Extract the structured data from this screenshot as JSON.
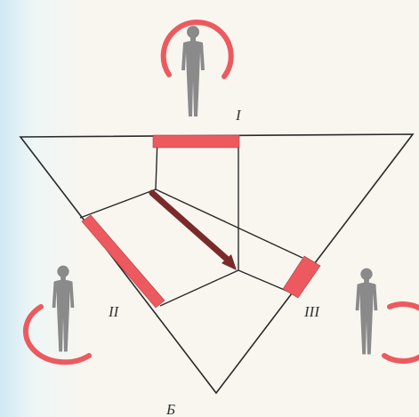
{
  "labels": {
    "vertex_top": "I",
    "vertex_left": "II",
    "vertex_right": "III",
    "vertex_bottom": "Б"
  },
  "colors": {
    "background_left_tint": "#dff0f7",
    "background": "#f7f5ee",
    "line": "#2a2a2a",
    "highlight": "#ec5a5f",
    "arrow": "#7b2a2a",
    "figure": "#8a8a8a"
  },
  "figures": [
    {
      "position": "top",
      "icon": "human-figure-icon",
      "ring": "red-ring-icon"
    },
    {
      "position": "left",
      "icon": "human-figure-icon",
      "ring": "red-ring-icon"
    },
    {
      "position": "right",
      "icon": "human-figure-icon",
      "ring": "red-ring-icon"
    }
  ]
}
